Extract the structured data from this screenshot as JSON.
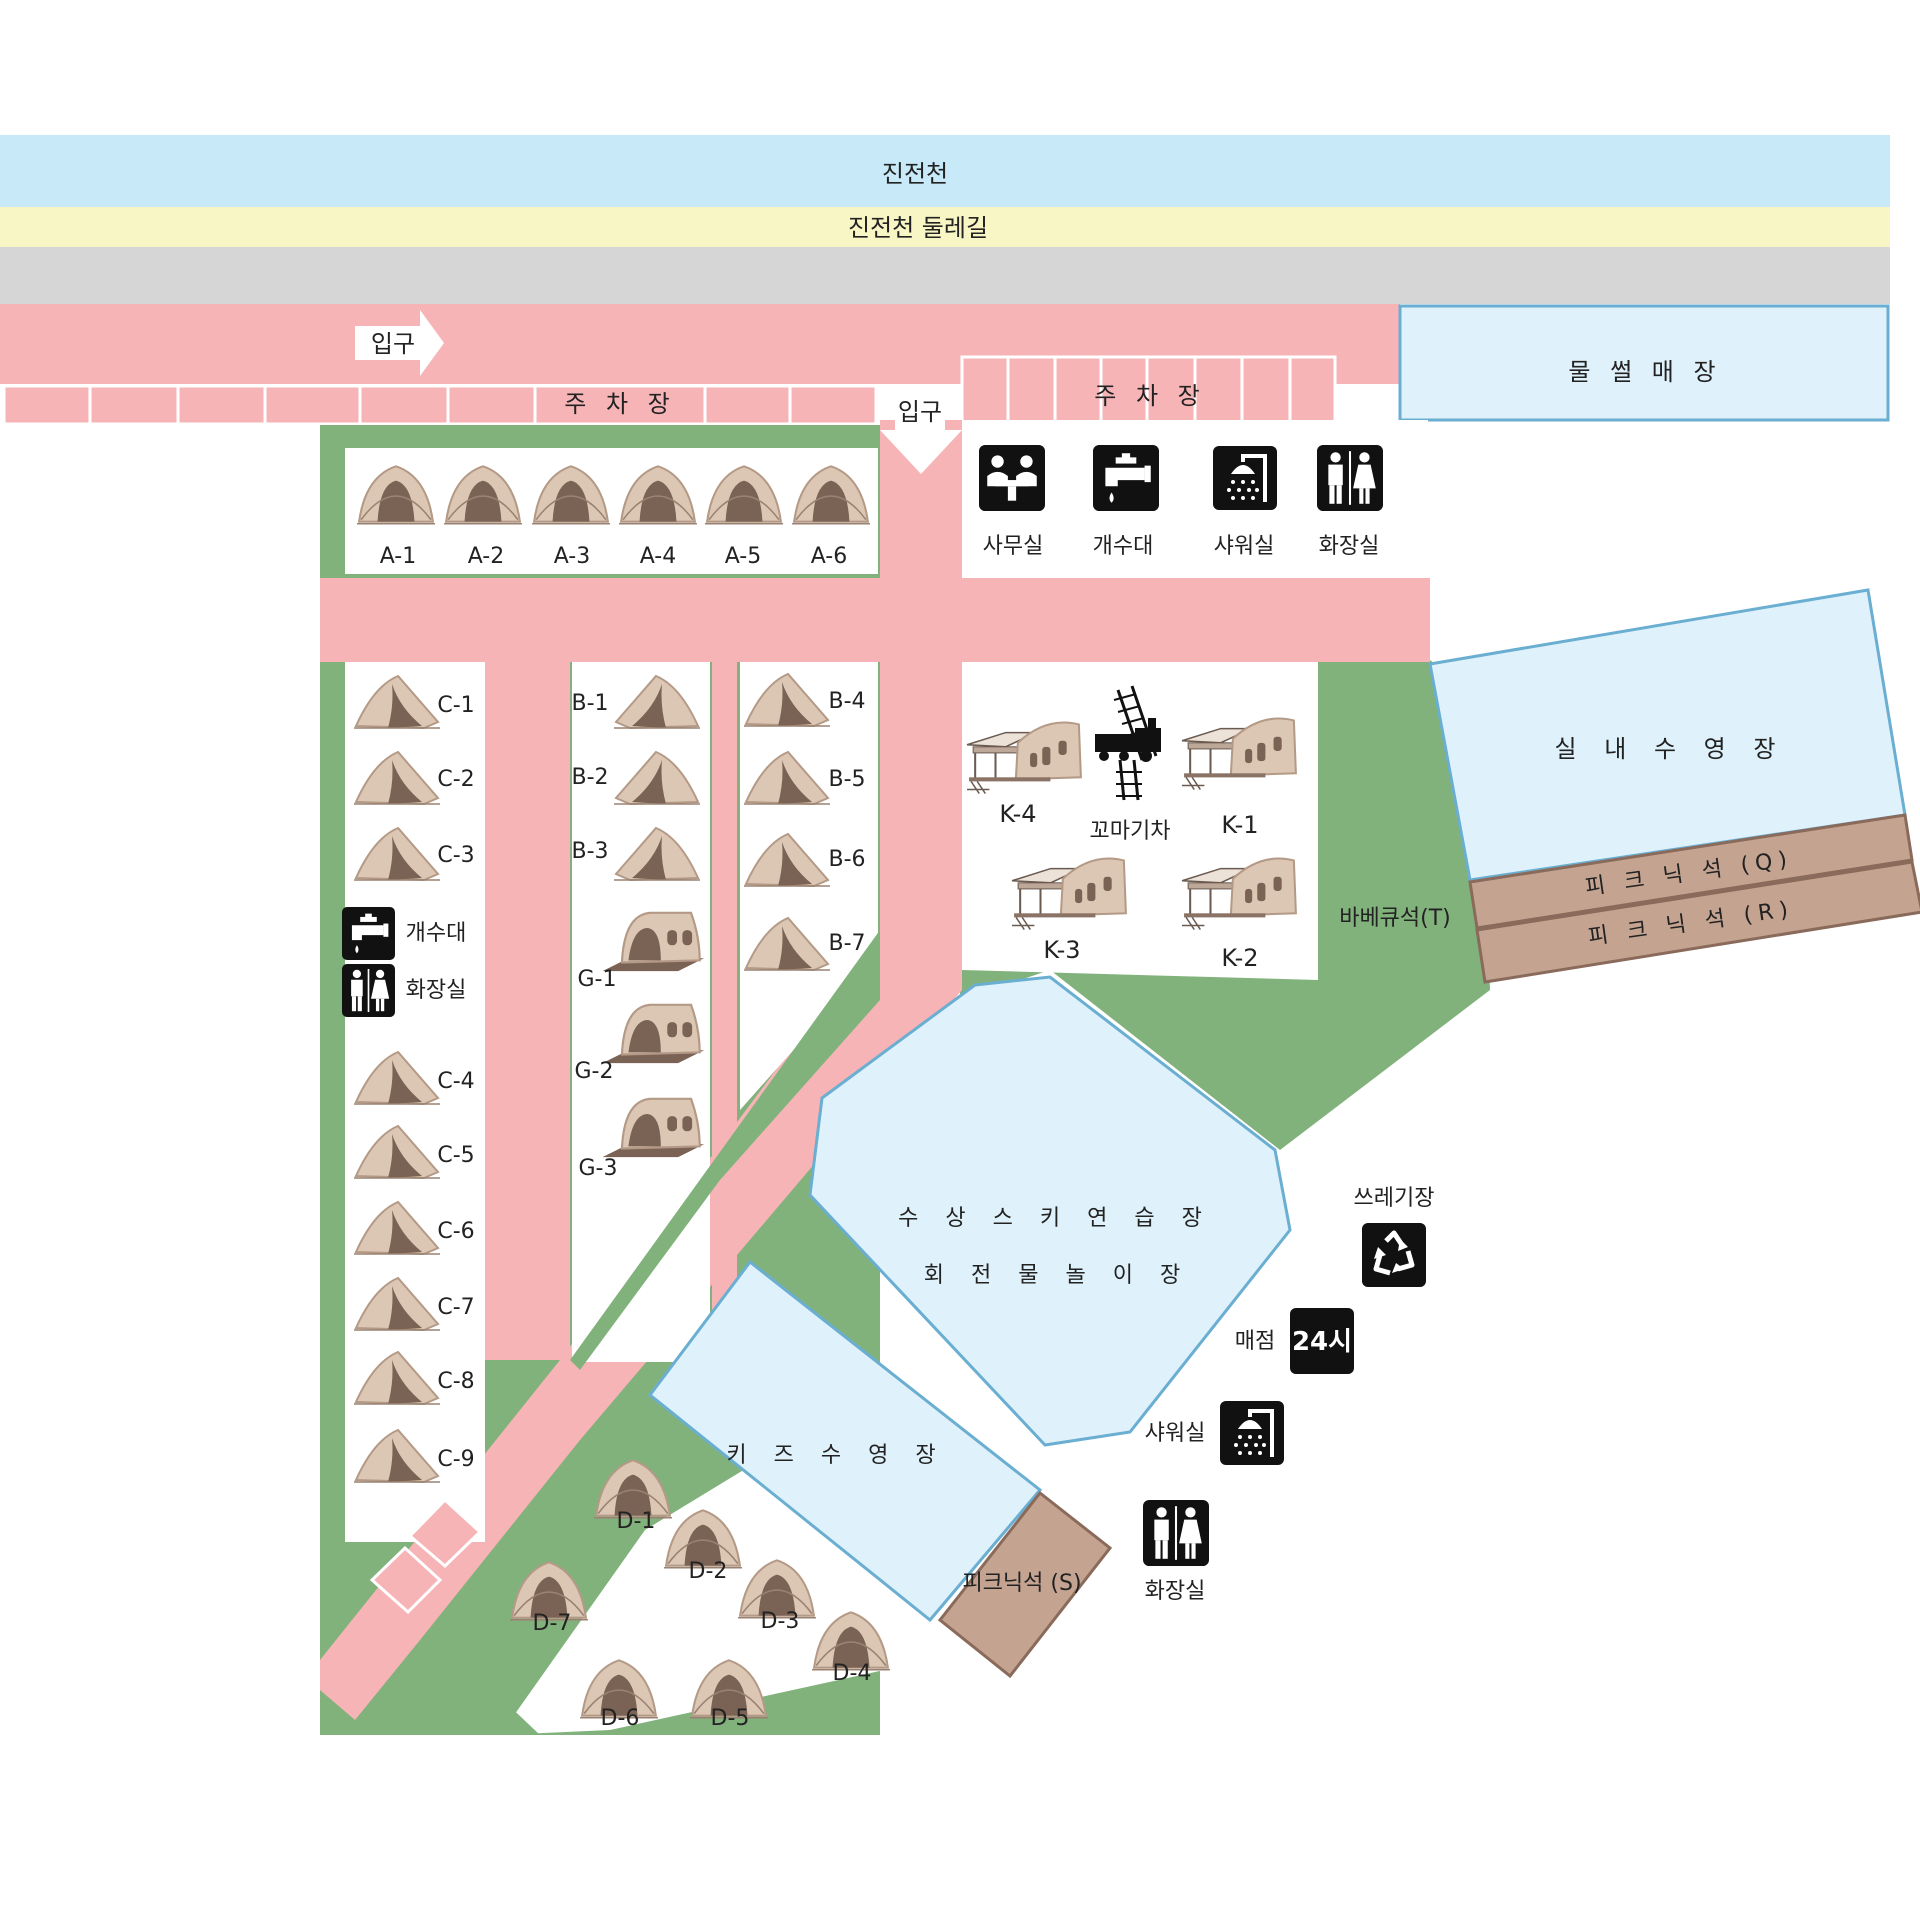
{
  "top": {
    "stream": "진전천",
    "trail": "진전천 둘레길"
  },
  "entrance_left": "입구",
  "entrance_center": "입구",
  "parking_left": "주 차 장",
  "parking_right": "주 차 장",
  "water_shop": "물 썰 매 장",
  "facilities": {
    "office": "사무실",
    "sink": "개수대",
    "shower": "샤워실",
    "toilet": "화장실",
    "sink2": "개수대",
    "toilet2": "화장실",
    "shower2": "샤워실",
    "toilet3": "화장실",
    "trash": "쓰레기장",
    "store": "매점",
    "store_hours": "24시"
  },
  "zones": {
    "indoor_pool": "실 내 수 영 장",
    "picnic_q": "피 크 닉 석 (Q)",
    "picnic_r": "피 크 닉 석 (R)",
    "bbq": "바베큐석(T)",
    "ski_1": "수 상 스 키 연 습 장",
    "ski_2": "회 전 물 놀 이 장",
    "kids_pool": "키 즈 수 영 장",
    "picnic_s": "피크닉석 (S)",
    "train": "꼬마기차"
  },
  "sites": {
    "A": [
      "A-1",
      "A-2",
      "A-3",
      "A-4",
      "A-5",
      "A-6"
    ],
    "C_top": [
      "C-1",
      "C-2",
      "C-3"
    ],
    "C_bottom": [
      "C-4",
      "C-5",
      "C-6",
      "C-7",
      "C-8",
      "C-9"
    ],
    "B_left": [
      "B-1",
      "B-2",
      "B-3"
    ],
    "B_right": [
      "B-4",
      "B-5",
      "B-6",
      "B-7"
    ],
    "G": [
      "G-1",
      "G-2",
      "G-3"
    ],
    "K": [
      "K-4",
      "K-1",
      "K-3",
      "K-2"
    ],
    "D": [
      "D-1",
      "D-2",
      "D-3",
      "D-4",
      "D-5",
      "D-6",
      "D-7"
    ]
  },
  "colors": {
    "stream": "#c8e9f7",
    "trail": "#f7f6c4",
    "road": "#d6d6d6",
    "path": "#f7b4b7",
    "grass": "#82b27c",
    "pool": "#dff1fa",
    "pool_border": "#6aaed2",
    "picnic": "#c4a391",
    "picnic_border": "#8a6a5a",
    "tent": "#dcc7b4",
    "tent_door": "#7a6254"
  }
}
